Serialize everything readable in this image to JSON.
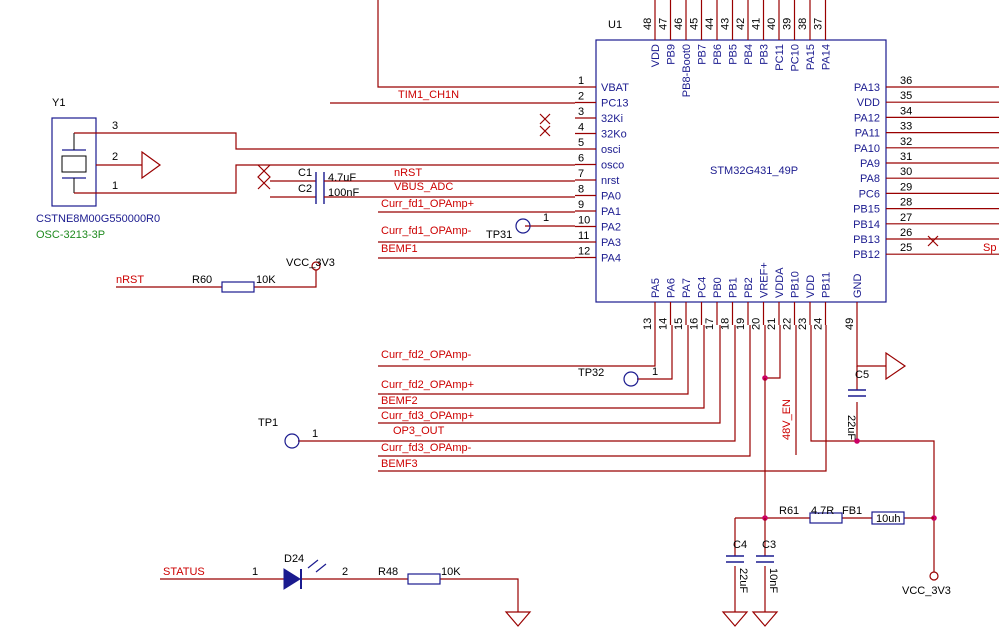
{
  "u1": {
    "ref": "U1",
    "part": "STM32G431_49P",
    "left_pins": [
      {
        "num": "1",
        "name": "VBAT",
        "net": ""
      },
      {
        "num": "2",
        "name": "PC13",
        "net": "TIM1_CH1N"
      },
      {
        "num": "3",
        "name": "32Ki",
        "net": ""
      },
      {
        "num": "4",
        "name": "32Ko",
        "net": ""
      },
      {
        "num": "5",
        "name": "osci",
        "net": ""
      },
      {
        "num": "6",
        "name": "osco",
        "net": ""
      },
      {
        "num": "7",
        "name": "nrst",
        "net": "nRST"
      },
      {
        "num": "8",
        "name": "PA0",
        "net": "VBUS_ADC"
      },
      {
        "num": "9",
        "name": "PA1",
        "net": "Curr_fd1_OPAmp+"
      },
      {
        "num": "10",
        "name": "PA2",
        "net": ""
      },
      {
        "num": "11",
        "name": "PA3",
        "net": "Curr_fd1_OPAmp-"
      },
      {
        "num": "12",
        "name": "PA4",
        "net": "BEMF1"
      }
    ],
    "right_pins": [
      {
        "num": "36",
        "name": "PA13"
      },
      {
        "num": "35",
        "name": "VDD"
      },
      {
        "num": "34",
        "name": "PA12"
      },
      {
        "num": "33",
        "name": "PA11"
      },
      {
        "num": "32",
        "name": "PA10"
      },
      {
        "num": "31",
        "name": "PA9"
      },
      {
        "num": "30",
        "name": "PA8"
      },
      {
        "num": "29",
        "name": "PC6"
      },
      {
        "num": "28",
        "name": "PB15"
      },
      {
        "num": "27",
        "name": "PB14"
      },
      {
        "num": "26",
        "name": "PB13"
      },
      {
        "num": "25",
        "name": "PB12"
      }
    ],
    "top_pins": [
      {
        "num": "48",
        "name": "VDD"
      },
      {
        "num": "47",
        "name": "PB9"
      },
      {
        "num": "46",
        "name": "PB8-Boot0"
      },
      {
        "num": "45",
        "name": "PB7"
      },
      {
        "num": "44",
        "name": "PB6"
      },
      {
        "num": "43",
        "name": "PB5"
      },
      {
        "num": "42",
        "name": "PB4"
      },
      {
        "num": "41",
        "name": "PB3"
      },
      {
        "num": "40",
        "name": "PC11"
      },
      {
        "num": "39",
        "name": "PC10"
      },
      {
        "num": "38",
        "name": "PA15"
      },
      {
        "num": "37",
        "name": "PA14"
      }
    ],
    "bottom_pins": [
      {
        "num": "13",
        "name": "PA5"
      },
      {
        "num": "14",
        "name": "PA6"
      },
      {
        "num": "15",
        "name": "PA7"
      },
      {
        "num": "16",
        "name": "PC4"
      },
      {
        "num": "17",
        "name": "PB0"
      },
      {
        "num": "18",
        "name": "PB1"
      },
      {
        "num": "19",
        "name": "PB2"
      },
      {
        "num": "20",
        "name": "VREF+"
      },
      {
        "num": "21",
        "name": "VDDA"
      },
      {
        "num": "22",
        "name": "PB10"
      },
      {
        "num": "23",
        "name": "VDD"
      },
      {
        "num": "24",
        "name": "PB11"
      },
      {
        "num": "49",
        "name": "GND"
      }
    ],
    "pb12_net_partial": "Sp"
  },
  "y1": {
    "ref": "Y1",
    "part": "CSTNE8M00G550000R0",
    "package": "OSC-3213-3P",
    "pin1": "1",
    "pin2": "2",
    "pin3": "3"
  },
  "c1": {
    "ref": "C1",
    "value": "4.7uF"
  },
  "c2": {
    "ref": "C2",
    "value": "100nF"
  },
  "c3": {
    "ref": "C3",
    "value": "10nF"
  },
  "c4": {
    "ref": "C4",
    "value": "22uF"
  },
  "c5": {
    "ref": "C5",
    "value": "22uF"
  },
  "r60": {
    "ref": "R60",
    "value": "10K",
    "net": "nRST",
    "supply": "VCC_3V3"
  },
  "r61": {
    "ref": "R61",
    "value": "4.7R"
  },
  "fb1": {
    "ref": "FB1",
    "value": "10uh"
  },
  "r48": {
    "ref": "R48",
    "value": "10K"
  },
  "d24": {
    "ref": "D24",
    "pin1": "1",
    "pin2": "2",
    "net": "STATUS"
  },
  "tp31": {
    "ref": "TP31",
    "pin": "1"
  },
  "tp32": {
    "ref": "TP32",
    "pin": "1"
  },
  "tp1": {
    "ref": "TP1",
    "pin": "1"
  },
  "bottom_nets": [
    "Curr_fd2_OPAmp-",
    "Curr_fd2_OPAmp+",
    "BEMF2",
    "Curr_fd3_OPAmp+",
    "OP3_OUT",
    "Curr_fd3_OPAmp-",
    "BEMF3"
  ],
  "net_48v": "48V_EN",
  "vcc_bottom": "VCC_3V3"
}
